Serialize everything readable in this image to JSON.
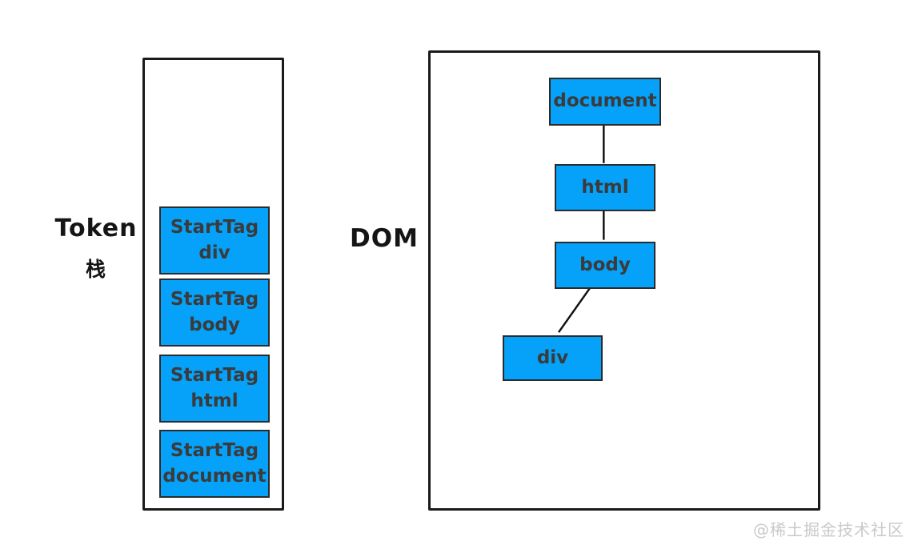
{
  "colors": {
    "node_fill": "#06a1f8",
    "node_border": "#2b2b2b",
    "node_text": "#3b3b3b",
    "panel_border": "#1a1a1a",
    "connector": "#111111",
    "watermark": "#c9c9c9"
  },
  "token_panel": {
    "label_line1": "Token",
    "label_line2": "栈",
    "stack": [
      {
        "line1": "StartTag",
        "line2": "div"
      },
      {
        "line1": "StartTag",
        "line2": "body"
      },
      {
        "line1": "StartTag",
        "line2": "html"
      },
      {
        "line1": "StartTag",
        "line2": "document"
      }
    ]
  },
  "dom_panel": {
    "label": "DOM",
    "nodes": [
      {
        "label": "document"
      },
      {
        "label": "html"
      },
      {
        "label": "body"
      },
      {
        "label": "div"
      }
    ]
  },
  "watermark": "@稀土掘金技术社区"
}
